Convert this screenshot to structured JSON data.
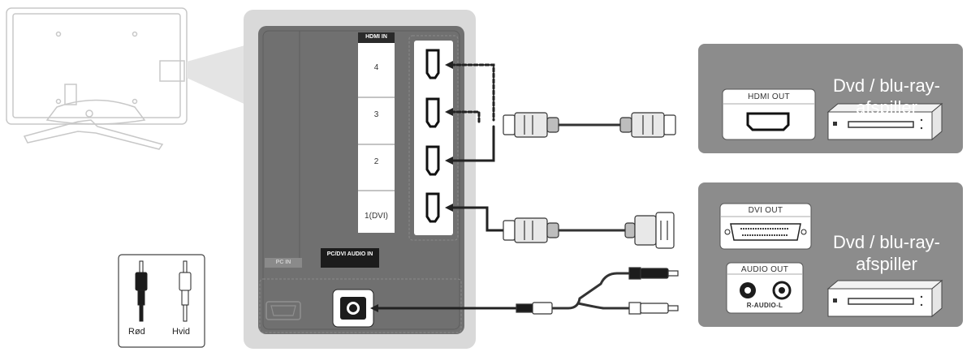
{
  "tv_panel": {
    "hdmi_header": "HDMI IN",
    "hdmi_ports": [
      "4",
      "3",
      "2",
      "1(DVI)"
    ],
    "pc_in_label": "PC IN",
    "pc_dvi_audio_label": "PC/DVI AUDIO IN"
  },
  "device_top": {
    "title": "Dvd / blu-ray-afspiller",
    "port_label": "HDMI OUT"
  },
  "device_bottom": {
    "title": "Dvd / blu-ray-afspiller",
    "dvi_label": "DVI OUT",
    "audio_label": "AUDIO OUT",
    "audio_sub_label": "R-AUDIO-L"
  },
  "legend": {
    "red_label": "Rød",
    "white_label": "Hvid"
  },
  "colors": {
    "panel_bg": "#d9d9d9",
    "panel_dark": "#707070",
    "device_bg": "#8c8c8c",
    "cable": "#333333"
  }
}
